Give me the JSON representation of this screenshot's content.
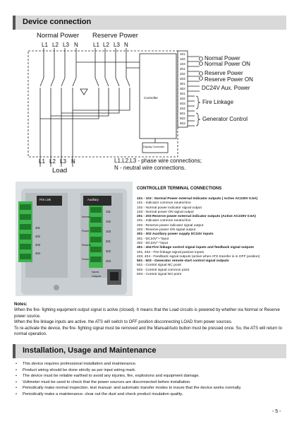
{
  "section1": {
    "title": "Device connection"
  },
  "diagram": {
    "normal_power": "Normal Power",
    "reserve_power": "Reserve Power",
    "normal_phases": [
      "L1",
      "L2",
      "L3",
      "N"
    ],
    "reserve_phases": [
      "L1",
      "L2",
      "L3",
      "N"
    ],
    "load_phases": [
      "L1",
      "L2",
      "L3",
      "N"
    ],
    "load_label": "Load",
    "controller_label": "Controller",
    "display_controller_label": "Display Controller",
    "terminal_numbers": [
      "101",
      "102",
      "103",
      "201",
      "202",
      "203",
      "301",
      "302",
      "401",
      "402",
      "403",
      "404",
      "501",
      "502",
      "503"
    ],
    "outputs": {
      "normal_power": "Normal Power",
      "normal_power_on": "Normal Power ON",
      "reserve_power": "Reserve Power",
      "reserve_power_on": "Reserve Power ON",
      "dc24v": "DC24V Aux. Power",
      "fire_linkage": "Fire Linkage",
      "generator_control": "Generator Control"
    },
    "legend_line1": "L1,L2,L3 - phase wire connections;",
    "legend_line2": "N - neutral wire connections."
  },
  "photo": {
    "label_left_top": "Fire Link",
    "label_right_top": "Auxiliary",
    "left_terminals": [
      "401",
      "402",
      "403",
      "404"
    ],
    "right_terminals": [
      "101",
      "102",
      "103",
      "201",
      "202",
      "203"
    ],
    "right_small_labels": [
      "Normal",
      "Power",
      "Reserve",
      "Power"
    ],
    "bottom_right_label_1": "Inputs",
    "bottom_right_label_2": "Outputs"
  },
  "terminals": {
    "title": "CONTROLLER TERMINAL CONNECTIONS",
    "lines": [
      {
        "text": "101 - 103 : Normal Power external Indicator outputs ( Active AC230V 0.5A)",
        "bold": true
      },
      {
        "text": "101 - Indicator  common neutral line",
        "bold": false
      },
      {
        "text": "102 - Normal power indicator  signal output",
        "bold": false
      },
      {
        "text": "103 - Normal power  ON signal output",
        "bold": false
      },
      {
        "text": "201 - 203 Reserve power external indicator outputs (Active AC230V 0.5A)",
        "bold": true
      },
      {
        "text": "201 - Indicator  common neutral line",
        "bold": false
      },
      {
        "text": "202 - Reserve power  indicator signal output",
        "bold": false
      },
      {
        "text": "203 - Reserve power ON signal output",
        "bold": false
      },
      {
        "text": "301 - 302 Auxiliary power supply DC24V inputs",
        "bold": true
      },
      {
        "text": "301 - DC24V\"+\"input",
        "bold": false
      },
      {
        "text": "302 - DC24V\"-\"input",
        "bold": false
      },
      {
        "text": "401 - 404  Fire linkage control signal inputs and feedback signal outputs",
        "bold": true
      },
      {
        "text": "401, 402 - Fire linkage signal passive inputs",
        "bold": false
      },
      {
        "text": "403, 404 - Feedback signal outputs  (active when ATS transfer  is in OFF position)",
        "bold": false
      },
      {
        "text": "501 - 503 - Generator remote start control signal outputs",
        "bold": true
      },
      {
        "text": "501 - Control signal NC point",
        "bold": false
      },
      {
        "text": "502 - Control signal common point",
        "bold": false
      },
      {
        "text": "503 - Control signal NO point",
        "bold": false
      }
    ]
  },
  "notes": {
    "heading": "Notes:",
    "p1": "When the fire- fighting  equipment output  signal  is  active (closed).  It means that the  Load circuits is powered by whether via Normal or Reserve power source.",
    "p2": "When  the fire linkage  inputs are  active.  the  ATS  will switch to OFF position disconnecting LOAD from power sources.",
    "p3": "To re-activate the device, the fire- fighting signal must be removed and the Manual/Auto button must be pressed once. So, the ATS will return to normal operation."
  },
  "section2": {
    "title": "Installation, Usage and Maintenance"
  },
  "install_items": [
    "This device requires professional installation and maintenance.",
    "Product wiring should be done strictly as per input wiring mark.",
    "The device must be reliable earthed to avoid any injuries, fire, explosions and equipment damage.",
    "Voltmeter must be used to check that the power sources are disconnected before installation.",
    "Periodically  make  normal  inspection.  test  manual-  and  automatic  transfer  modes to insure that the device works normally.",
    "Periodically  make a maintenance.  clear  out  the  dust and check product insulation quality."
  ],
  "page_number": "- 5 -"
}
